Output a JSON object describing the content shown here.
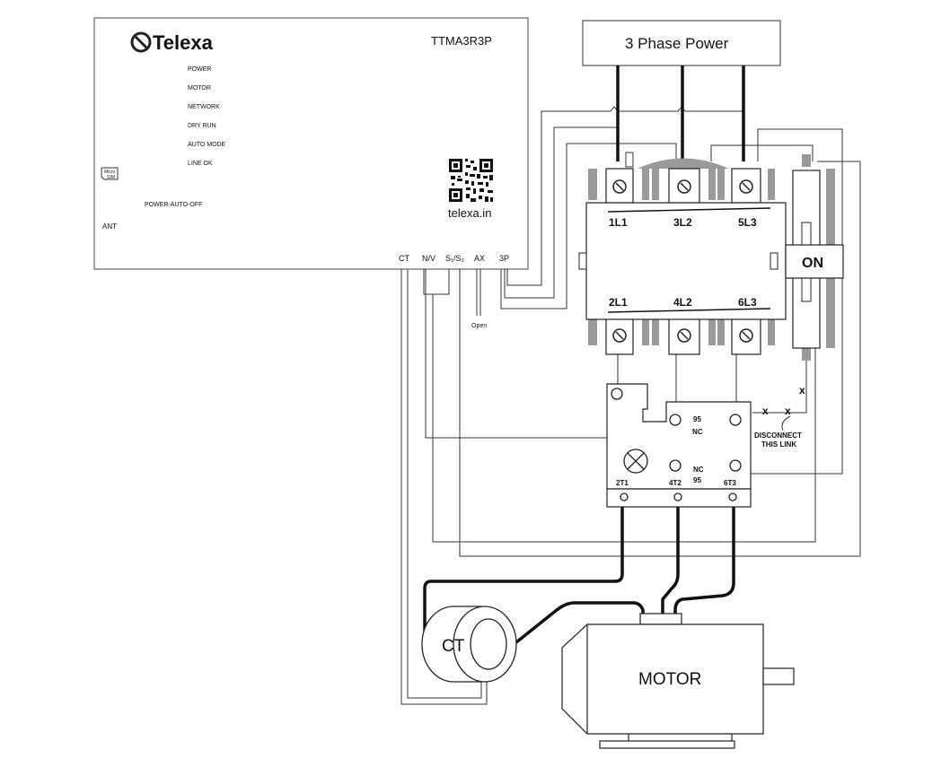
{
  "controller": {
    "brand": "Telexa",
    "model": "TTMA3R3P",
    "leds": [
      "POWER",
      "MOTOR",
      "NETWORK",
      "DRY RUN",
      "AUTO MODE",
      "LINE OK"
    ],
    "sim_label_line1": "Micro",
    "sim_label_line2": "SIM",
    "power_auto_off": "POWER-AUTO-OFF",
    "ant": "ANT",
    "website": "telexa.in",
    "terminals": [
      "CT",
      "N/V",
      "S₁/S₂",
      "AX",
      "3P"
    ],
    "ax_note": "Open"
  },
  "power_source": {
    "label": "3 Phase Power"
  },
  "contactor": {
    "line_terminals": [
      "1L1",
      "3L2",
      "5L3"
    ],
    "load_terminals": [
      "2L1",
      "4L2",
      "6L3"
    ],
    "button": "ON"
  },
  "overload_relay": {
    "nc_top_num": "95",
    "nc_top": "NC",
    "nc_bottom": "NC",
    "nc_bottom_num": "95",
    "outputs": [
      "2T1",
      "4T2",
      "6T3"
    ],
    "link_marks": [
      "x",
      "x",
      "x"
    ],
    "link_note_line1": "DISCONNECT",
    "link_note_line2": "THIS LINK"
  },
  "current_transformer": {
    "label": "CT"
  },
  "motor": {
    "label": "MOTOR"
  }
}
